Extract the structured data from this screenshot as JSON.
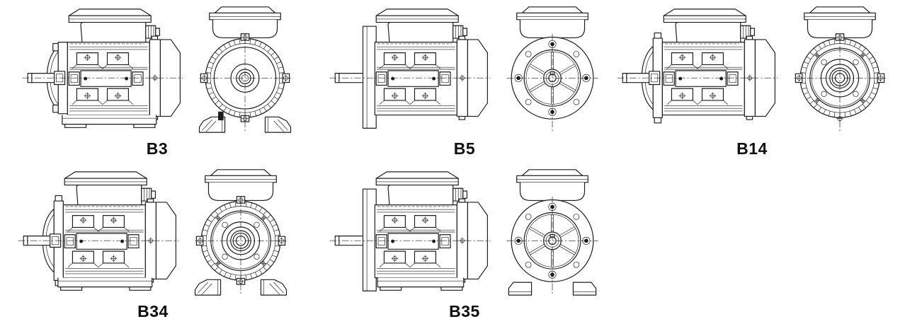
{
  "page": {
    "background": "#ffffff",
    "line_color": "#1c1c1c",
    "label_color": "#0f0f0f"
  },
  "mounts": [
    {
      "label": "B3",
      "mounting": "foot-mounted",
      "side": {
        "feet": true,
        "flange": "none"
      },
      "front": {
        "style": "plain",
        "feet": true
      }
    },
    {
      "label": "B5",
      "mounting": "flange-mounted",
      "side": {
        "feet": false,
        "flange": "large"
      },
      "front": {
        "style": "flange",
        "feet": false
      }
    },
    {
      "label": "B14",
      "mounting": "face-mounted",
      "side": {
        "feet": false,
        "flange": "small"
      },
      "front": {
        "style": "face",
        "feet": false
      }
    },
    {
      "label": "B34",
      "mounting": "foot-and-face-mounted",
      "side": {
        "feet": true,
        "flange": "small"
      },
      "front": {
        "style": "face",
        "feet": true
      }
    },
    {
      "label": "B35",
      "mounting": "foot-and-flange-mounted",
      "side": {
        "feet": true,
        "flange": "large"
      },
      "front": {
        "style": "flange",
        "feet": true
      }
    }
  ]
}
